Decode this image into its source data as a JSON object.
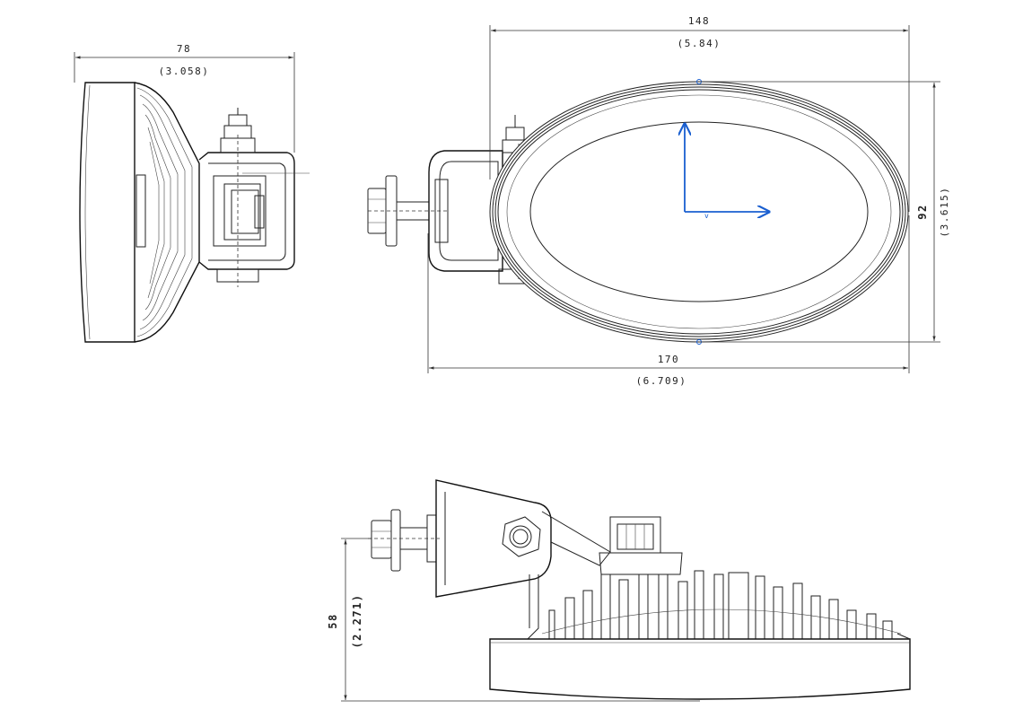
{
  "dimensions": {
    "side_width": {
      "mm": "78",
      "in": "(3.058)"
    },
    "front_width": {
      "mm": "148",
      "in": "(5.84)"
    },
    "front_overall": {
      "mm": "170",
      "in": "(6.709)"
    },
    "front_height": {
      "mm": "92",
      "in": "(3.615)"
    },
    "top_height": {
      "mm": "58",
      "in": "(2.271)"
    }
  },
  "axis_label": "v",
  "colors": {
    "line": "#222222",
    "axis": "#1a5fd0",
    "background": "#ffffff"
  }
}
